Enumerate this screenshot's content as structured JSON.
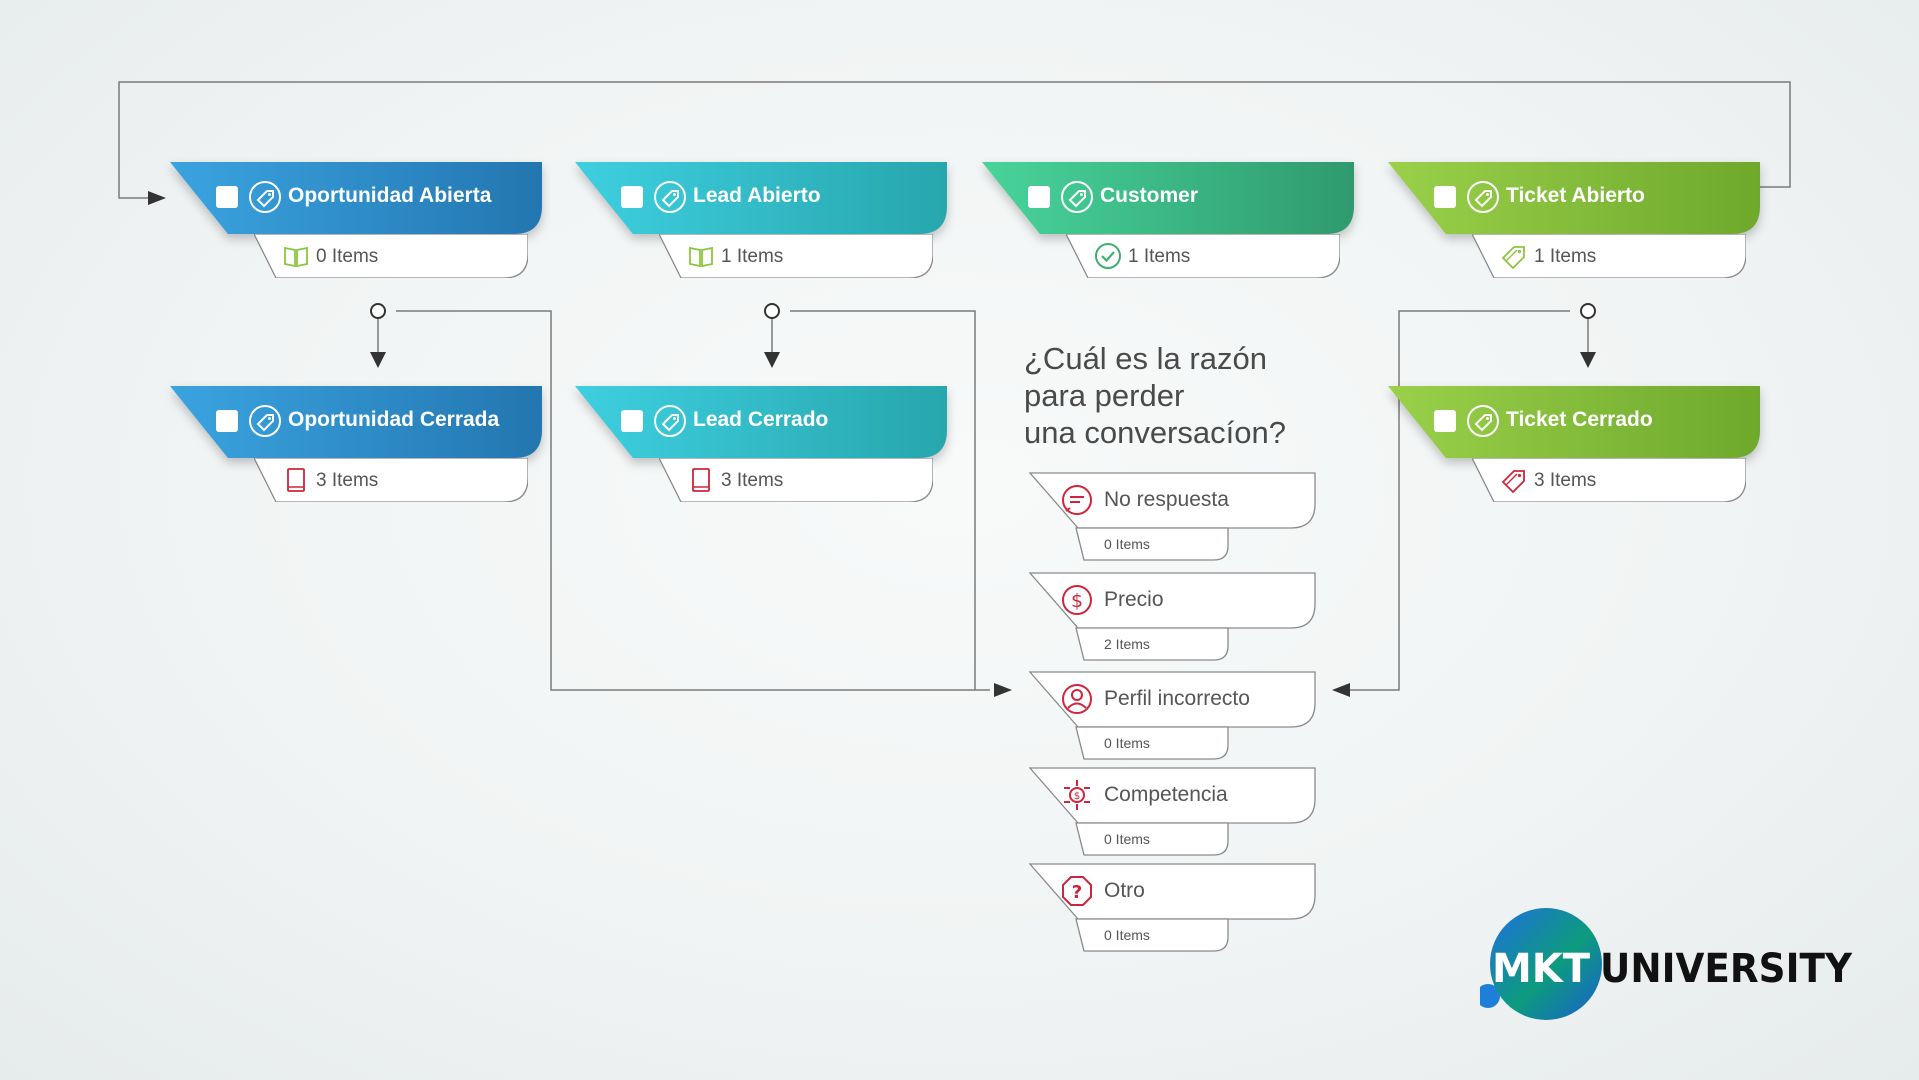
{
  "stages": [
    {
      "id": "oportunidad-abierta",
      "title": "Oportunidad Abierta",
      "count": "0 Items",
      "sub_icon": "book-icon"
    },
    {
      "id": "lead-abierto",
      "title": "Lead Abierto",
      "count": "1 Items",
      "sub_icon": "book-icon"
    },
    {
      "id": "customer",
      "title": "Customer",
      "count": "1 Items",
      "sub_icon": "check-circle-icon"
    },
    {
      "id": "ticket-abierto",
      "title": "Ticket Abierto",
      "count": "1 Items",
      "sub_icon": "tag-icon"
    },
    {
      "id": "oportunidad-cerrada",
      "title": "Oportunidad Cerrada",
      "count": "3 Items",
      "sub_icon": "book-icon"
    },
    {
      "id": "lead-cerrado",
      "title": "Lead Cerrado",
      "count": "3 Items",
      "sub_icon": "book-icon"
    },
    {
      "id": "ticket-cerrado",
      "title": "Ticket Cerrado",
      "count": "3 Items",
      "sub_icon": "tag-icon"
    }
  ],
  "question": {
    "line1": "¿Cuál es la razón",
    "line2": "para perder",
    "line3": "una conversacíon?"
  },
  "reasons": [
    {
      "label": "No respuesta",
      "count": "0 Items",
      "icon": "chat-icon"
    },
    {
      "label": "Precio",
      "count": "2 Items",
      "icon": "dollar-icon"
    },
    {
      "label": "Perfil incorrecto",
      "count": "0 Items",
      "icon": "user-icon"
    },
    {
      "label": "Competencia",
      "count": "0 Items",
      "icon": "competition-icon"
    },
    {
      "label": "Otro",
      "count": "0 Items",
      "icon": "question-icon"
    }
  ],
  "logo": {
    "part1": "MKT",
    "part2": "UNIVERSITY"
  },
  "colors": {
    "blue": "#2f8fd0",
    "cyan": "#33c2d3",
    "green": "#3fc08c",
    "lime": "#8cc63f",
    "red": "#d0253a",
    "line": "#6e6e6e"
  }
}
